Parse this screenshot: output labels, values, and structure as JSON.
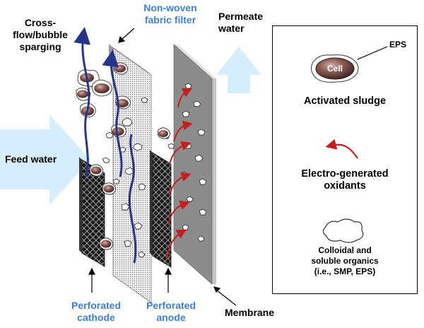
{
  "labels": {
    "crossflow_line1": "Cross-",
    "crossflow_line2": "flow/bubble",
    "crossflow_line3": "sparging",
    "fabric_line1": "Non-woven",
    "fabric_line2": "fabric filter",
    "permeate_line1": "Permeate",
    "permeate_line2": "water",
    "feed": "Feed water",
    "cathode_line1": "Perforated",
    "cathode_line2": "cathode",
    "anode_line1": "Perforated",
    "anode_line2": "anode",
    "membrane": "Membrane"
  },
  "legend": {
    "eps": "EPS",
    "cell": "Cell",
    "sludge": "Activated sludge",
    "oxidants_line1": "Electro-generated",
    "oxidants_line2": "oxidants",
    "organics_line1": "Colloidal and",
    "organics_line2": "soluble organics",
    "organics_line3": "(i.e., SMP, EPS)"
  },
  "colors": {
    "blue_label": "#3d7fd6",
    "flow_arrow": "#27348b",
    "oxidant_arrow": "#c41e1e",
    "water_arrow": "#d6eefb",
    "cell": "#8a5a52"
  }
}
